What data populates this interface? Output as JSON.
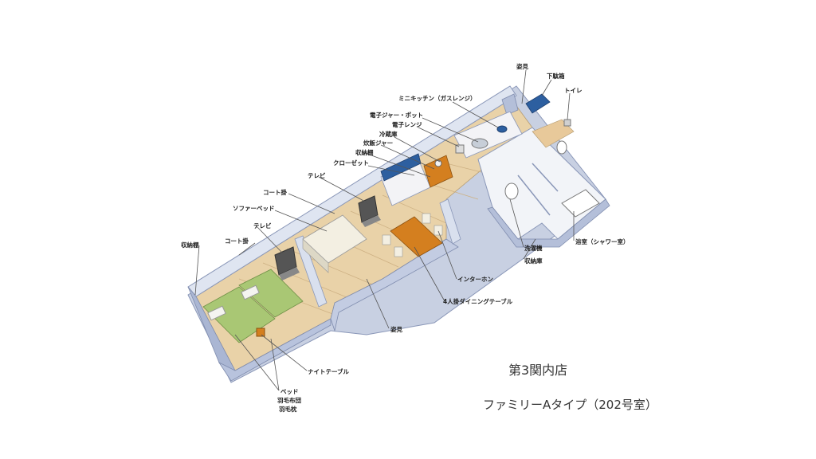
{
  "title": {
    "store": "第3関内店",
    "room_type": "ファミリーAタイプ（202号室）"
  },
  "labels": {
    "sugatami_top": "姿見",
    "shoes": "下駄箱",
    "toilet": "トイレ",
    "mini_kitchen": "ミニキッチン（ガスレンジ）",
    "jar_pot": "電子ジャー・ポット",
    "microwave": "電子レンジ",
    "fridge": "冷蔵庫",
    "rice_jar": "炊飯ジャー",
    "storage_shelf_1": "収納棚",
    "closet": "クローゼット",
    "tv_1": "テレビ",
    "coat_hanger_1": "コート掛",
    "sofa_bed": "ソファーベッド",
    "tv_2": "テレビ",
    "coat_hanger_2": "コート掛",
    "storage_shelf_2": "収納棚",
    "intercom": "インターホン",
    "dining_table": "4人掛ダイニングテーブル",
    "sugatami_bottom": "姿見",
    "night_table": "ナイトテーブル",
    "bed": "ベッド",
    "duvet": "羽毛布団",
    "pillow": "羽毛枕",
    "washer": "洗濯機",
    "storage_room": "収納庫",
    "bath": "浴室（シャワー室）"
  },
  "colors": {
    "wall": "#a9b6d4",
    "wall_top": "#d9e0ee",
    "floor": "#e8c99a",
    "bed": "#a9c774",
    "table": "#d47f1f",
    "blue_unit": "#2d5fa0"
  }
}
